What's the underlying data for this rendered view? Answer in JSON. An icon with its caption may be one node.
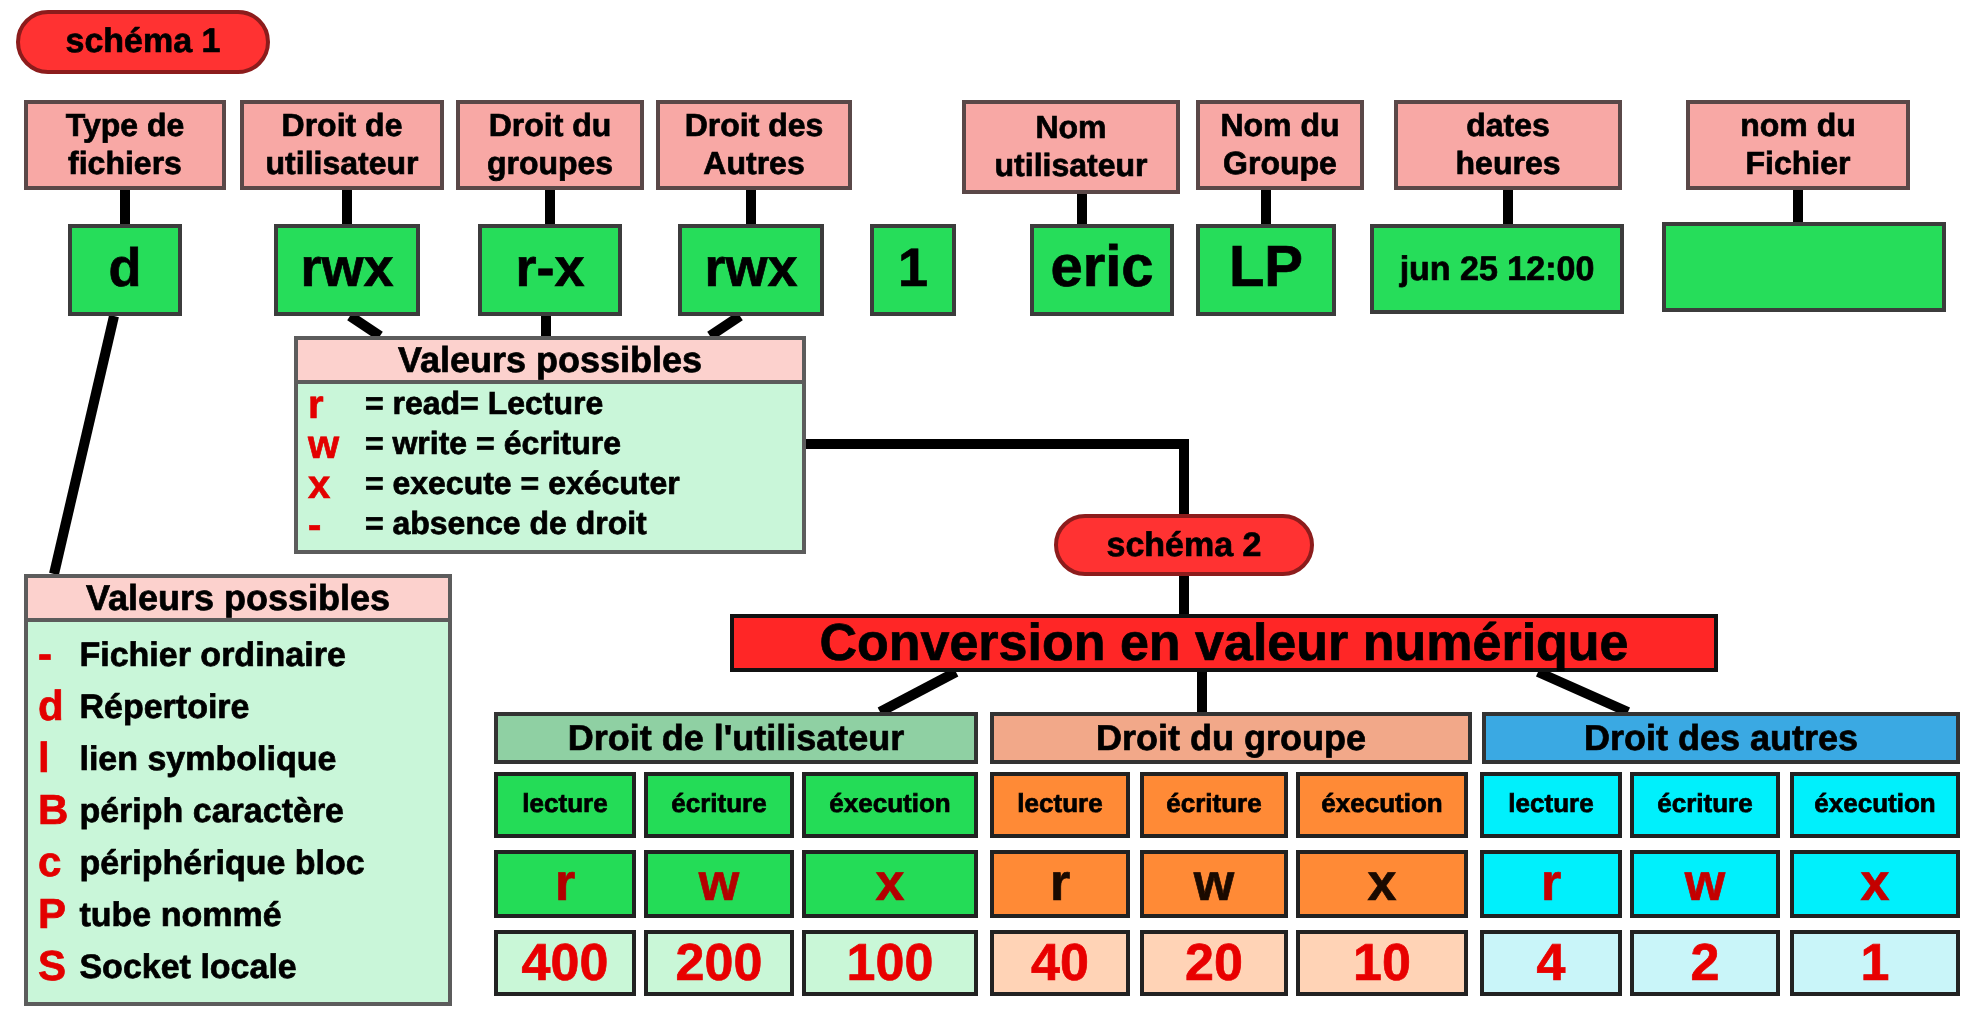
{
  "diagram": {
    "nodes": [
      {
        "text": [
          "schéma 1"
        ]
      },
      {
        "text": [
          "Type de fichiers"
        ]
      },
      {
        "text": [
          "Droit de utilisateur"
        ]
      },
      {
        "text": [
          "Droit du groupes"
        ]
      },
      {
        "text": [
          "Droit des Autres"
        ]
      },
      {
        "text": [
          "Nom utilisateur"
        ]
      },
      {
        "text": [
          "Nom du Groupe"
        ]
      },
      {
        "text": [
          "dates heures"
        ]
      },
      {
        "text": [
          "nom du Fichier"
        ]
      },
      {
        "text": [
          "d"
        ]
      },
      {
        "text": [
          "rwx"
        ]
      },
      {
        "text": [
          "r-x"
        ]
      },
      {
        "text": [
          "rwx"
        ]
      },
      {
        "text": [
          "1"
        ]
      },
      {
        "text": [
          "eric"
        ]
      },
      {
        "text": [
          "LP"
        ]
      },
      {
        "text": [
          "jun 25 12:00"
        ]
      },
      {
        "text": [],
        "shape": "box"
      },
      {
        "text": [
          "Valeurs possibles",
          "r = read= Lecture",
          "w = write = écriture",
          "x = execute = exécuter",
          "- = absence de droit"
        ]
      },
      {
        "text": [
          "Valeurs possibles",
          "- Fichier ordinaire",
          "d Répertoire",
          "l lien symbolique",
          "B périph caractère",
          "c périphérique bloc",
          "P tube nommé",
          "S Socket locale"
        ]
      },
      {
        "text": [
          "schéma 2"
        ]
      },
      {
        "text": [
          "Conversion en valeur numérique"
        ]
      },
      {
        "text": [
          "Droit de l'utilisateur"
        ]
      },
      {
        "text": [
          "Droit du groupe"
        ]
      },
      {
        "text": [
          "Droit des autres"
        ]
      },
      {
        "text": [
          "lecture"
        ]
      },
      {
        "text": [
          "écriture"
        ]
      },
      {
        "text": [
          "éxecution"
        ]
      },
      {
        "text": [
          "lecture"
        ]
      },
      {
        "text": [
          "écriture"
        ]
      },
      {
        "text": [
          "éxecution"
        ]
      },
      {
        "text": [
          "lecture"
        ]
      },
      {
        "text": [
          "écriture"
        ]
      },
      {
        "text": [
          "éxecution"
        ]
      },
      {
        "text": [
          "r"
        ]
      },
      {
        "text": [
          "w"
        ]
      },
      {
        "text": [
          "x"
        ]
      },
      {
        "text": [
          "r"
        ]
      },
      {
        "text": [
          "w"
        ]
      },
      {
        "text": [
          "x"
        ]
      },
      {
        "text": [
          "r"
        ]
      },
      {
        "text": [
          "w"
        ]
      },
      {
        "text": [
          "x"
        ]
      },
      {
        "text": [
          "400"
        ]
      },
      {
        "text": [
          "200"
        ]
      },
      {
        "text": [
          "100"
        ]
      },
      {
        "text": [
          "40"
        ]
      },
      {
        "text": [
          "20"
        ]
      },
      {
        "text": [
          "10"
        ]
      },
      {
        "text": [
          "4"
        ]
      },
      {
        "text": [
          "2"
        ]
      },
      {
        "text": [
          "1"
        ]
      }
    ],
    "edges": [
      {
        "from": 1,
        "to": 9,
        "arrow": "none"
      },
      {
        "from": 2,
        "to": 10,
        "arrow": "none"
      },
      {
        "from": 3,
        "to": 11,
        "arrow": "none"
      },
      {
        "from": 4,
        "to": 12,
        "arrow": "none"
      },
      {
        "from": 5,
        "to": 14,
        "arrow": "none"
      },
      {
        "from": 6,
        "to": 15,
        "arrow": "none"
      },
      {
        "from": 7,
        "to": 16,
        "arrow": "none"
      },
      {
        "from": 8,
        "to": 17,
        "arrow": "none"
      },
      {
        "from": 9,
        "to": 19,
        "arrow": "none"
      },
      {
        "from": 10,
        "to": 18,
        "arrow": "none"
      },
      {
        "from": 11,
        "to": 18,
        "arrow": "none"
      },
      {
        "from": 12,
        "to": 18,
        "arrow": "none"
      },
      {
        "from": 18,
        "to": 20,
        "arrow": "none"
      },
      {
        "from": 20,
        "to": 21,
        "arrow": "none"
      },
      {
        "from": 21,
        "to": 22,
        "arrow": "none"
      },
      {
        "from": 21,
        "to": 23,
        "arrow": "none"
      },
      {
        "from": 21,
        "to": 24,
        "arrow": "none"
      }
    ]
  }
}
